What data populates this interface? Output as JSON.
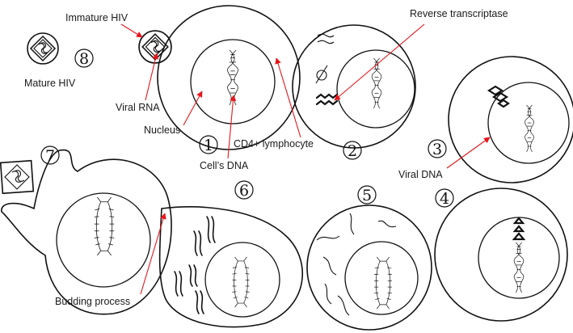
{
  "labels": {
    "immature_hiv": "Immature HIV",
    "mature_hiv": "Mature HIV",
    "viral_rna": "Viral RNA",
    "nucleus": "Nucleus",
    "cells_dna": "Cell’s DNA",
    "cd4_lymphocyte": "CD4+ lymphocyte",
    "reverse_transcriptase": "Reverse transcriptase",
    "viral_dna": "Viral DNA",
    "budding_process": "Budding process"
  },
  "steps": [
    "1",
    "2",
    "3",
    "4",
    "5",
    "6",
    "7",
    "8"
  ],
  "colors": {
    "arrow": "#e8151b",
    "ink": "#111111"
  }
}
